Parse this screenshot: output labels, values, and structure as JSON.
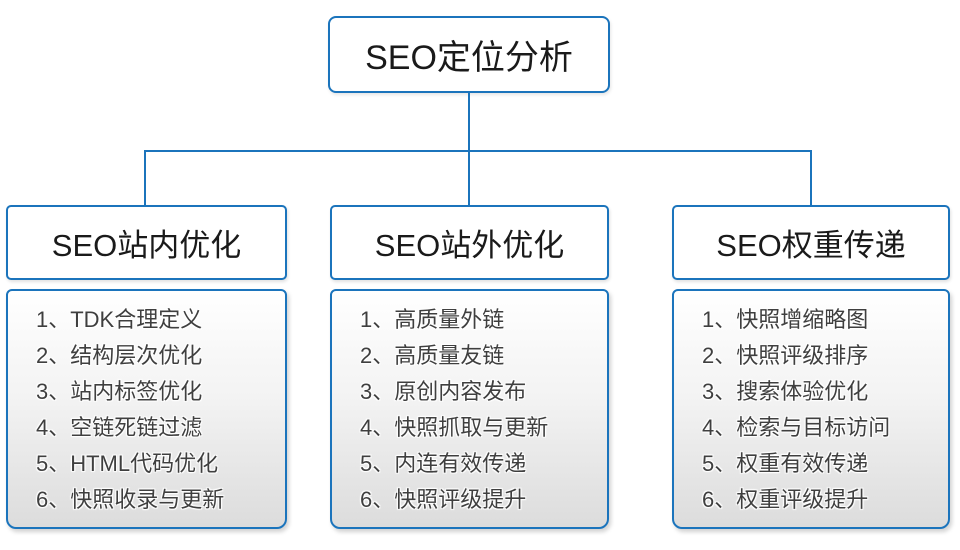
{
  "root": {
    "title": "SEO定位分析"
  },
  "columns": [
    {
      "title": "SEO站内优化",
      "items": [
        "1、TDK合理定义",
        "2、结构层次优化",
        "3、站内标签优化",
        "4、空链死链过滤",
        "5、HTML代码优化",
        "6、快照收录与更新"
      ]
    },
    {
      "title": "SEO站外优化",
      "items": [
        "1、高质量外链",
        "2、高质量友链",
        "3、原创内容发布",
        "4、快照抓取与更新",
        "5、内连有效传递",
        "6、快照评级提升"
      ]
    },
    {
      "title": "SEO权重传递",
      "items": [
        "1、快照增缩略图",
        "2、快照评级排序",
        "3、搜索体验优化",
        "4、检索与目标访问",
        "5、权重有效传递",
        "6、权重评级提升"
      ]
    }
  ],
  "colors": {
    "border_blue": "#1b74bc",
    "header_text": "#1a1a1a",
    "list_text": "#3f3f3f",
    "panel_gradient_top": "#ffffff",
    "panel_gradient_bottom": "#dcdcdc",
    "background": "#ffffff"
  }
}
